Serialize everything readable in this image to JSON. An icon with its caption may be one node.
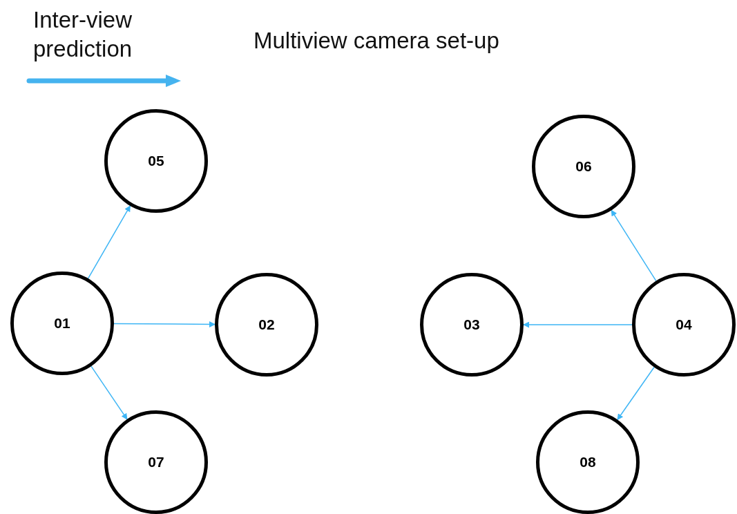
{
  "diagram": {
    "title": "Multiview camera set-up",
    "nodes": [
      {
        "text": [
          "05"
        ]
      },
      {
        "text": [
          "01"
        ]
      },
      {
        "text": [
          "02"
        ]
      },
      {
        "text": [
          "07"
        ]
      },
      {
        "text": [
          "06"
        ]
      },
      {
        "text": [
          "03"
        ]
      },
      {
        "text": [
          "04"
        ]
      },
      {
        "text": [
          "08"
        ]
      }
    ],
    "edges": [
      {
        "from": 1,
        "to": 0,
        "arrow": "to"
      },
      {
        "from": 1,
        "to": 2,
        "arrow": "to"
      },
      {
        "from": 1,
        "to": 3,
        "arrow": "to"
      },
      {
        "from": 6,
        "to": 4,
        "arrow": "to"
      },
      {
        "from": 6,
        "to": 5,
        "arrow": "to"
      },
      {
        "from": 6,
        "to": 7,
        "arrow": "to"
      }
    ],
    "legend": [
      {
        "text": "Inter-view prediction"
      }
    ]
  }
}
